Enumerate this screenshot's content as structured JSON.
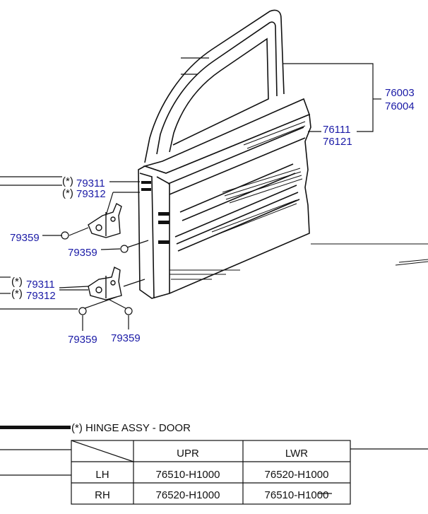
{
  "parts": {
    "door_panel_upper": "76003",
    "door_panel_lower": "76004",
    "door_outer_upper": "76111",
    "door_outer_lower": "76121",
    "hinge_upper_a": "79311",
    "hinge_upper_b": "79312",
    "hinge_lower_a": "79311",
    "hinge_lower_b": "79312",
    "bolt_1": "79359",
    "bolt_2": "79359",
    "bolt_3": "79359",
    "bolt_4": "79359"
  },
  "marks": {
    "asterisk": "(*)"
  },
  "legend": {
    "note": "(*) HINGE ASSY - DOOR",
    "col_upr": "UPR",
    "col_lwr": "LWR",
    "rows": [
      {
        "side": "LH",
        "upr": "76510-H1000",
        "lwr": "76520-H1000"
      },
      {
        "side": "RH",
        "upr": "76520-H1000",
        "lwr": "76510-H1000"
      }
    ]
  }
}
